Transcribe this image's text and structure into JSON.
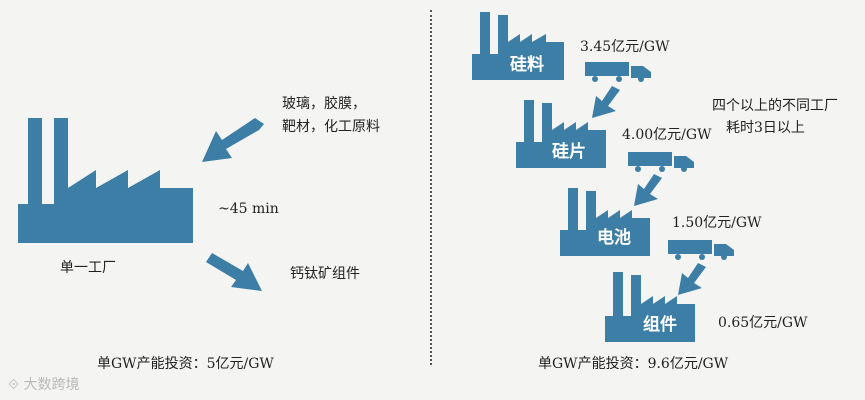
{
  "colors": {
    "factory": "#3d7ea6",
    "arrow": "#3d7ea6",
    "text": "#222222",
    "background": "#f4f4f2"
  },
  "left": {
    "factory_label": "单一工厂",
    "inputs_line1": "玻璃，胶膜，",
    "inputs_line2": "靶材，化工原料",
    "time": "~45 min",
    "output": "钙钛矿组件",
    "investment": "单GW产能投资：5亿元/GW"
  },
  "right": {
    "steps": [
      {
        "label": "硅料"
      },
      {
        "label": "硅片"
      },
      {
        "label": "电池"
      },
      {
        "label": "组件"
      }
    ],
    "transport_costs": [
      "3.45亿元/GW",
      "4.00亿元/GW",
      "1.50亿元/GW",
      "0.65亿元/GW"
    ],
    "note_line1": "四个以上的不同工厂",
    "note_line2": "耗时3日以上",
    "investment": "单GW产能投资：9.6亿元/GW"
  },
  "watermark": "大数跨境"
}
